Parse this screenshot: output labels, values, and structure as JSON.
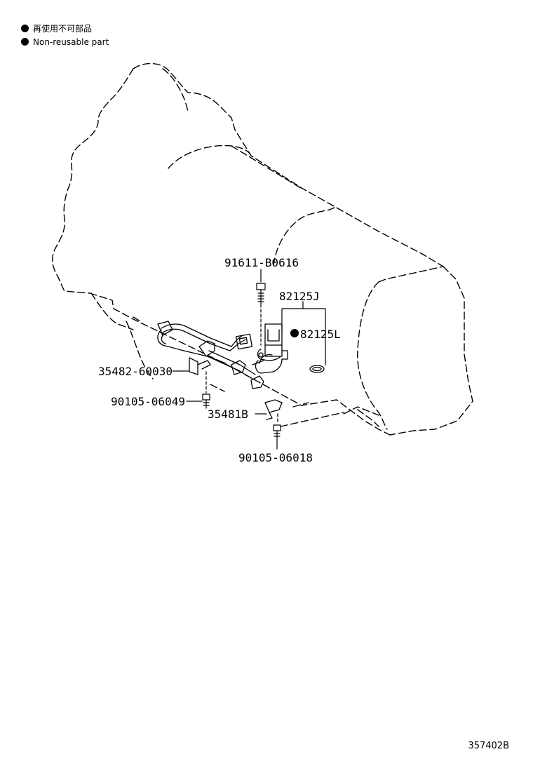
{
  "legend": {
    "jp": "再使用不可部品",
    "en": "Non-reusable part"
  },
  "parts": {
    "p1": "91611-B0616",
    "p2": "82125J",
    "p3": "82125L",
    "p4": "35482-60030",
    "p5": "90105-06049",
    "p6": "35481B",
    "p7": "90105-06018"
  },
  "diagram_code": "357402B"
}
